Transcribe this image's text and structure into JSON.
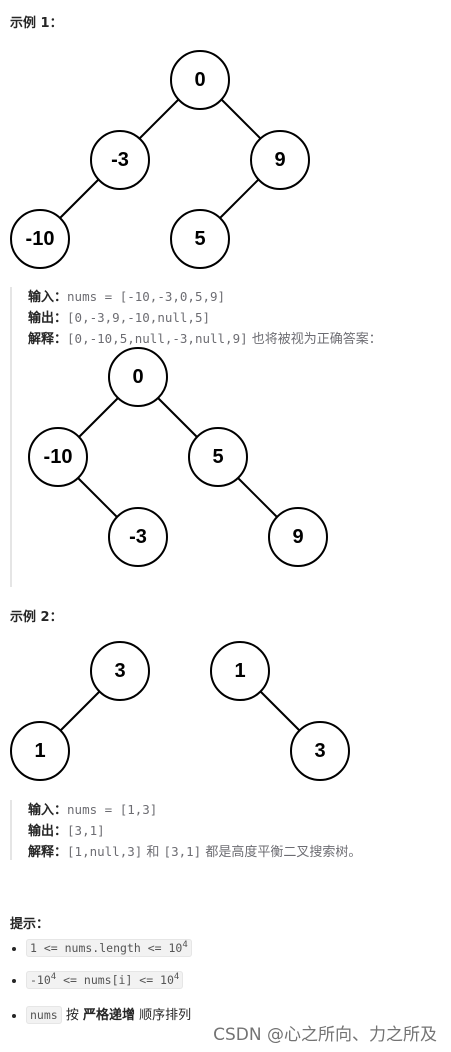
{
  "example1": {
    "heading": "示例 1：",
    "tree_nodes": [
      "0",
      "-3",
      "9",
      "-10",
      "5"
    ],
    "input_label": "输入：",
    "input_value": "nums = [-10,-3,0,5,9]",
    "output_label": "输出：",
    "output_value": "[0,-3,9,-10,null,5]",
    "explain_label": "解释：",
    "explain_value": "[0,-10,5,null,-3,null,9]",
    "explain_text": " 也将被视为正确答案：",
    "alt_tree_nodes": [
      "0",
      "-10",
      "5",
      "-3",
      "9"
    ]
  },
  "example2": {
    "heading": "示例 2：",
    "tree_a_nodes": [
      "3",
      "1"
    ],
    "tree_b_nodes": [
      "1",
      "3"
    ],
    "input_label": "输入：",
    "input_value": "nums = [1,3]",
    "output_label": "输出：",
    "output_value": "[3,1]",
    "explain_label": "解释：",
    "explain_value_1": "[1,null,3]",
    "explain_and": " 和 ",
    "explain_value_2": "[3,1]",
    "explain_text": " 都是高度平衡二叉搜索树。"
  },
  "hints": {
    "heading": "提示：",
    "hint1_code_a": "1 <= nums.length <= 10",
    "hint1_exp": "4",
    "hint2_code_a": "-10",
    "hint2_exp_a": "4",
    "hint2_code_b": " <= nums[i] <= 10",
    "hint2_exp_b": "4",
    "hint3_code": "nums",
    "hint3_text_a": " 按 ",
    "hint3_bold": "严格递增",
    "hint3_text_b": " 顺序排列"
  },
  "watermark": "CSDN @心之所向、力之所及"
}
